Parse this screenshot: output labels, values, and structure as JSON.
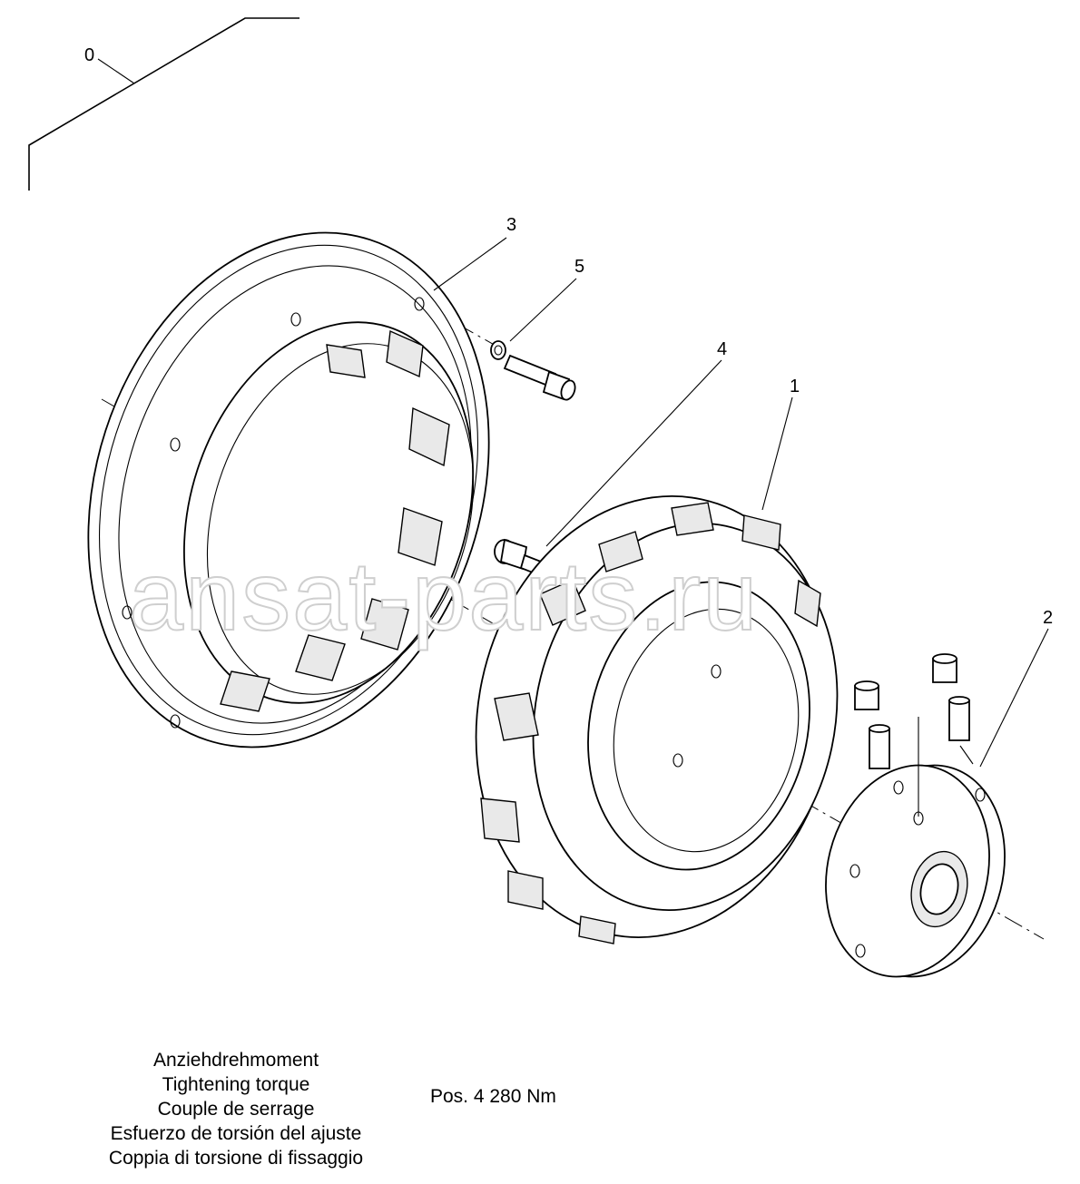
{
  "callouts": {
    "c0": "0",
    "c1": "1",
    "c2": "2",
    "c3": "3",
    "c4": "4",
    "c5": "5"
  },
  "watermark": "ansat-parts.ru",
  "legend": {
    "de": "Anziehdrehmoment",
    "en": "Tightening torque",
    "fr": "Couple de serrage",
    "es": "Esfuerzo de torsión del ajuste",
    "it": "Coppia di torsione di fissaggio"
  },
  "torque_spec": "Pos. 4  280 Nm"
}
